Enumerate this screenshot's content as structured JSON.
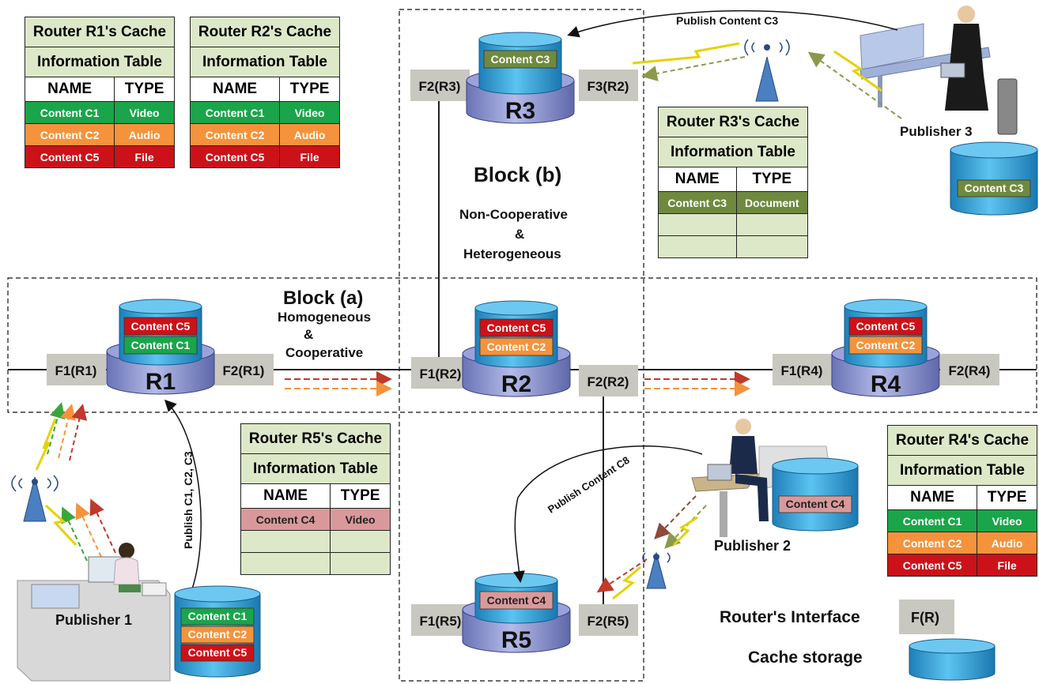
{
  "tables": {
    "r1": {
      "title": "Router R1's Cache",
      "subtitle": "Information Table",
      "col_name": "NAME",
      "col_type": "TYPE",
      "rows": [
        [
          "Content C1",
          "Video"
        ],
        [
          "Content C2",
          "Audio"
        ],
        [
          "Content C5",
          "File"
        ]
      ]
    },
    "r2": {
      "title": "Router R2's Cache",
      "subtitle": "Information Table",
      "col_name": "NAME",
      "col_type": "TYPE",
      "rows": [
        [
          "Content C1",
          "Video"
        ],
        [
          "Content C2",
          "Audio"
        ],
        [
          "Content C5",
          "File"
        ]
      ]
    },
    "r3": {
      "title": "Router R3's Cache",
      "subtitle": "Information Table",
      "col_name": "NAME",
      "col_type": "TYPE",
      "rows": [
        [
          "Content C3",
          "Document"
        ]
      ]
    },
    "r4": {
      "title": "Router R4's Cache",
      "subtitle": "Information Table",
      "col_name": "NAME",
      "col_type": "TYPE",
      "rows": [
        [
          "Content C1",
          "Video"
        ],
        [
          "Content C2",
          "Audio"
        ],
        [
          "Content C5",
          "File"
        ]
      ]
    },
    "r5": {
      "title": "Router R5's Cache",
      "subtitle": "Information Table",
      "col_name": "NAME",
      "col_type": "TYPE",
      "rows": [
        [
          "Content C4",
          "Video"
        ]
      ]
    }
  },
  "routers": {
    "r1": {
      "name": "R1",
      "contents": [
        "Content C5",
        "Content C1"
      ],
      "iface_left": "F1(R1)",
      "iface_right": "F2(R1)"
    },
    "r2": {
      "name": "R2",
      "contents": [
        "Content C5",
        "Content C2"
      ],
      "iface_left": "F1(R2)",
      "iface_right": "F2(R2)"
    },
    "r3": {
      "name": "R3",
      "contents": [
        "Content C3"
      ],
      "iface_left": "F2(R3)",
      "iface_right": "F3(R2)"
    },
    "r4": {
      "name": "R4",
      "contents": [
        "Content C5",
        "Content C2"
      ],
      "iface_left": "F1(R4)",
      "iface_right": "F2(R4)"
    },
    "r5": {
      "name": "R5",
      "contents": [
        "Content C4"
      ],
      "iface_left": "F1(R5)",
      "iface_right": "F2(R5)"
    }
  },
  "blocks": {
    "a_title": "Block (a)",
    "a_line1": "Homogeneous",
    "a_amp": "&",
    "a_line2": "Cooperative",
    "b_title": "Block (b)",
    "b_line1": "Non-Cooperative",
    "b_amp": "&",
    "b_line2": "Heterogeneous"
  },
  "publishers": {
    "p1": {
      "label": "Publisher 1",
      "contents": [
        "Content C1",
        "Content C2",
        "Content C5"
      ],
      "action": "Publish C1, C2, C3"
    },
    "p2": {
      "label": "Publisher 2",
      "contents": [
        "Content C4"
      ],
      "action": "Publish Content C8"
    },
    "p3": {
      "label": "Publisher 3",
      "contents": [
        "Content C3"
      ],
      "action": "Publish Content C3"
    }
  },
  "legend": {
    "interface_label": "Router's Interface",
    "interface_sample": "F(R)",
    "cache_label": "Cache storage"
  },
  "colors": {
    "video": "#1aa54a",
    "audio": "#f4933c",
    "file": "#cc1218",
    "document": "#6f8a3f",
    "pink": "#d9999b",
    "header": "#dde8c8",
    "router": "#8a93cf",
    "cache": "#2a9fd6",
    "interface": "#c8c8c0"
  }
}
